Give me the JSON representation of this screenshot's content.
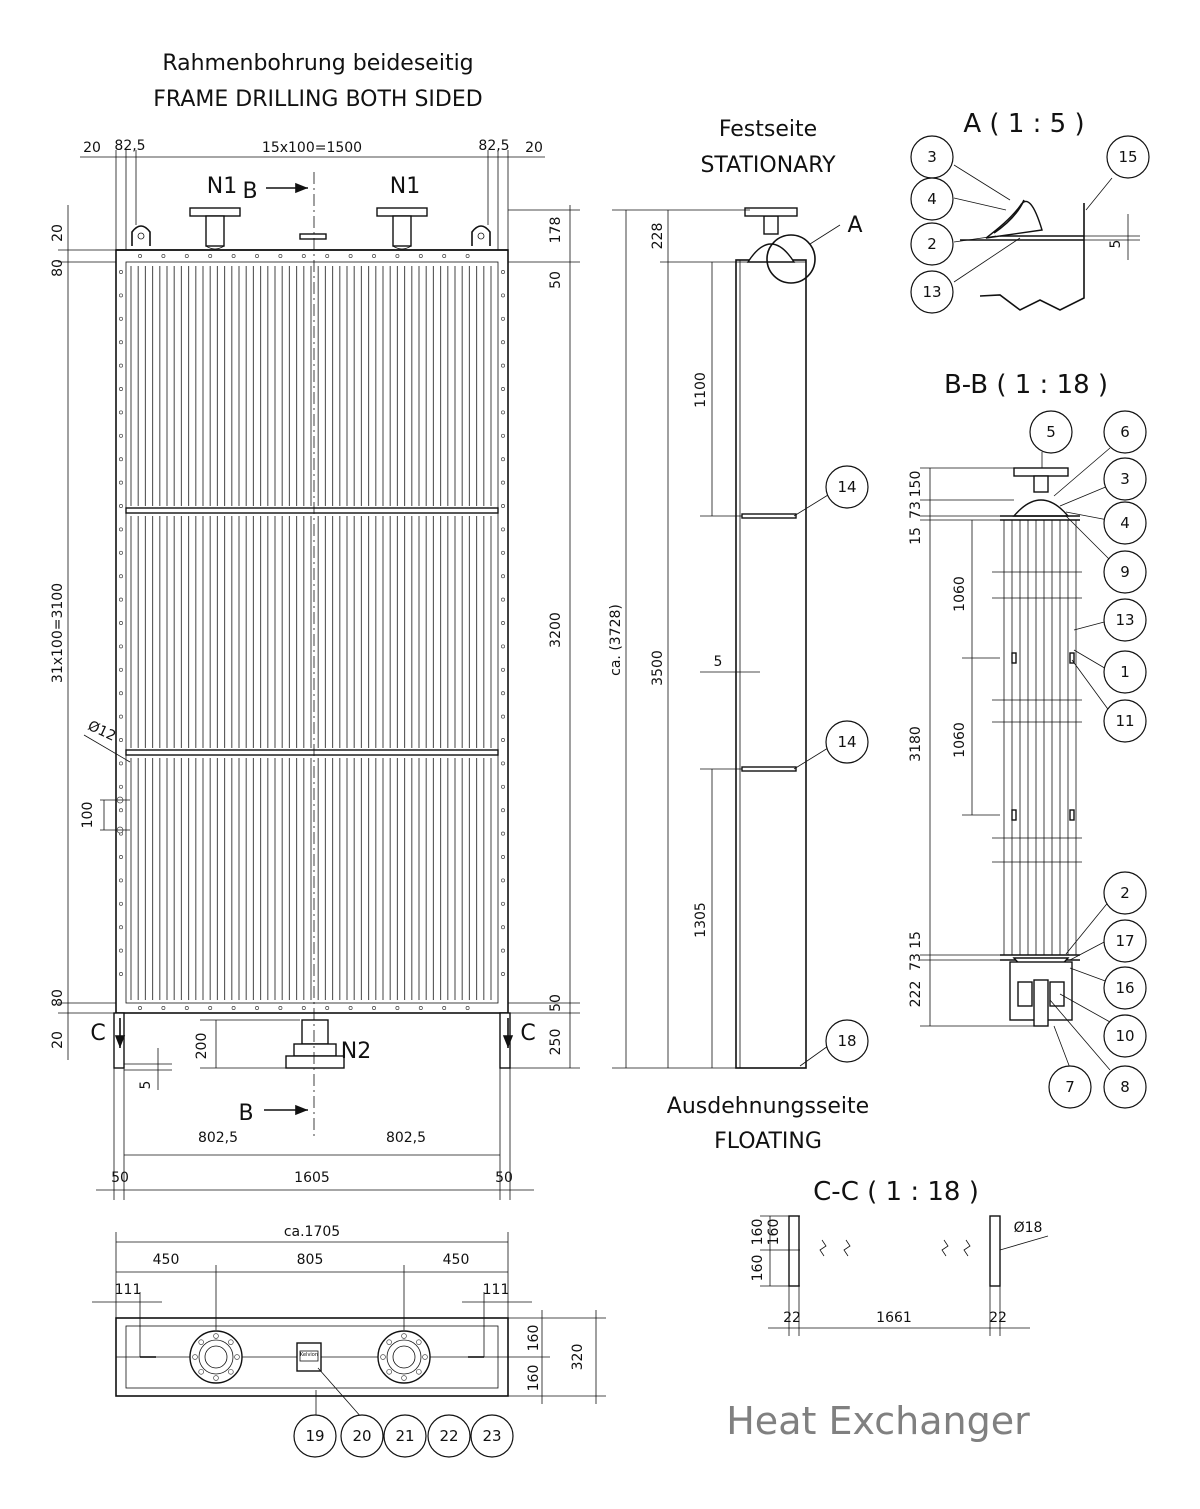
{
  "headings": {
    "frame_de": "Rahmenbohrung beideseitig",
    "frame_en": "FRAME DRILLING BOTH SIDED",
    "fixed_de": "Festseite",
    "fixed_en": "STATIONARY",
    "float_de": "Ausdehnungsseite",
    "float_en": "FLOATING",
    "detail_a": "A ( 1 : 5 )",
    "section_bb": "B-B ( 1 : 18 )",
    "section_cc": "C-C ( 1 : 18 )",
    "caption": "Heat Exchanger"
  },
  "markers": {
    "n1": "N1",
    "n2": "N2",
    "b": "B",
    "c": "C",
    "a": "A"
  },
  "front_dims": {
    "edge_left": "20",
    "offset_left": "82,5",
    "pitch_top": "15x100=1500",
    "offset_right": "82,5",
    "edge_right": "20",
    "left_20_top": "20",
    "left_80_top": "80",
    "pitch_side": "31x100=3100",
    "hole": "Ø12",
    "pitch_100": "100",
    "left_80_bot": "80",
    "left_20_bot": "20",
    "r178": "178",
    "r50_top": "50",
    "r3200": "3200",
    "r50_bot": "50",
    "r250": "250",
    "d200": "200",
    "d5": "5",
    "half_l": "802,5",
    "half_r": "802,5",
    "width": "1605",
    "foot_l": "50",
    "foot_r": "50"
  },
  "side_dims": {
    "approx": "ca. (3728)",
    "total": "3500",
    "top": "228",
    "seg1": "1100",
    "seg3": "1305",
    "gap": "5"
  },
  "detail_a_dims": {
    "gap": "5"
  },
  "bb_dims": {
    "d150": "150",
    "d73": "73",
    "d15": "15",
    "s1060a": "1060",
    "s1060b": "1060",
    "d3180": "3180",
    "b73": "73",
    "b15": "15",
    "b222": "222"
  },
  "cc_dims": {
    "h160a": "160",
    "h160b": "160",
    "h160c": "160",
    "dia": "Ø18",
    "w22a": "22",
    "span": "1661",
    "w22b": "22"
  },
  "top_dims": {
    "overall": "ca.1705",
    "w450a": "450",
    "w805": "805",
    "w450b": "450",
    "w111a": "111",
    "w111b": "111",
    "h160a": "160",
    "h160b": "160",
    "h320": "320",
    "plate": "Kelvion"
  },
  "balloons_front": [
    "14",
    "14",
    "18"
  ],
  "balloons_a": [
    "3",
    "4",
    "2",
    "13",
    "15"
  ],
  "balloons_bb": [
    "5",
    "6",
    "3",
    "4",
    "9",
    "13",
    "1",
    "11",
    "2",
    "17",
    "16",
    "10",
    "8",
    "7"
  ],
  "balloons_top": [
    "19",
    "20",
    "21",
    "22",
    "23"
  ]
}
